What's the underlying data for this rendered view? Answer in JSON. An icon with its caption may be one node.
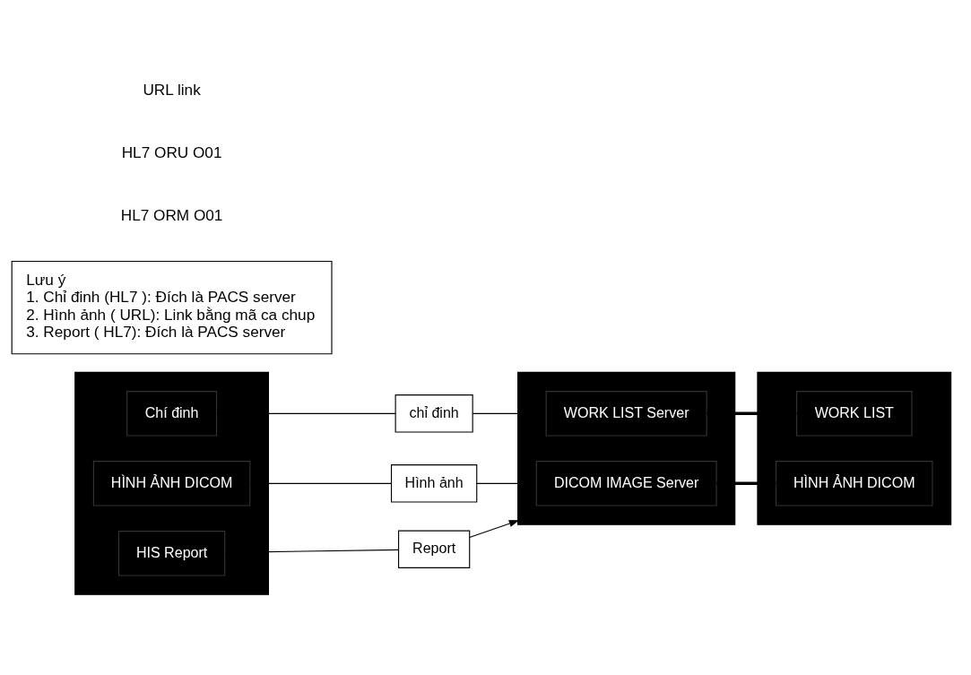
{
  "diagram": {
    "nodes": [
      {
        "text": [],
        "shape": "box"
      },
      {
        "text": [
          "Chí đinh"
        ],
        "in": 0
      },
      {
        "text": [
          "HÌNH ẢNH DICOM"
        ],
        "in": 0
      },
      {
        "text": [
          "HIS Report"
        ],
        "in": 0
      },
      {
        "text": [
          "chỉ đinh"
        ]
      },
      {
        "text": [
          "Report"
        ]
      },
      {
        "text": [
          "Hình ảnh"
        ]
      },
      {
        "text": [],
        "shape": "box"
      },
      {
        "text": [
          "DICOM IMAGE Server"
        ],
        "in": 7
      },
      {
        "text": [
          "WORK LIST Server"
        ],
        "in": 7
      },
      {
        "text": [],
        "shape": "box"
      },
      {
        "text": [
          "HÌNH ẢNH DICOM"
        ],
        "in": 10
      },
      {
        "text": [
          "WORK LIST"
        ],
        "in": 10
      },
      {
        "text": [
          "Lưu ý",
          "1. Chỉ đinh (HL7 ): Đích là PACS server",
          "2. Hình ảnh ( URL): Link bằng mã ca chup",
          "3. Report ( HL7): Đích là PACS server"
        ]
      }
    ],
    "edges": [
      {
        "from": 1,
        "to": 4,
        "arrow": "none"
      },
      {
        "from": 4,
        "to": 9,
        "arrow": "none"
      },
      {
        "from": 3,
        "to": 5,
        "arrow": "none"
      },
      {
        "from": 5,
        "to": 8,
        "arrow": "to"
      },
      {
        "from": 2,
        "to": 6,
        "arrow": "none"
      },
      {
        "from": 6,
        "to": 8,
        "arrow": "none"
      },
      {
        "from": 8,
        "to": 11,
        "arrow": "none",
        "style": "thick"
      },
      {
        "from": 9,
        "to": 12,
        "arrow": "none",
        "style": "thick"
      }
    ],
    "labels": [
      "HL7 ORM O01",
      "HL7 ORU O01",
      "URL link"
    ]
  }
}
